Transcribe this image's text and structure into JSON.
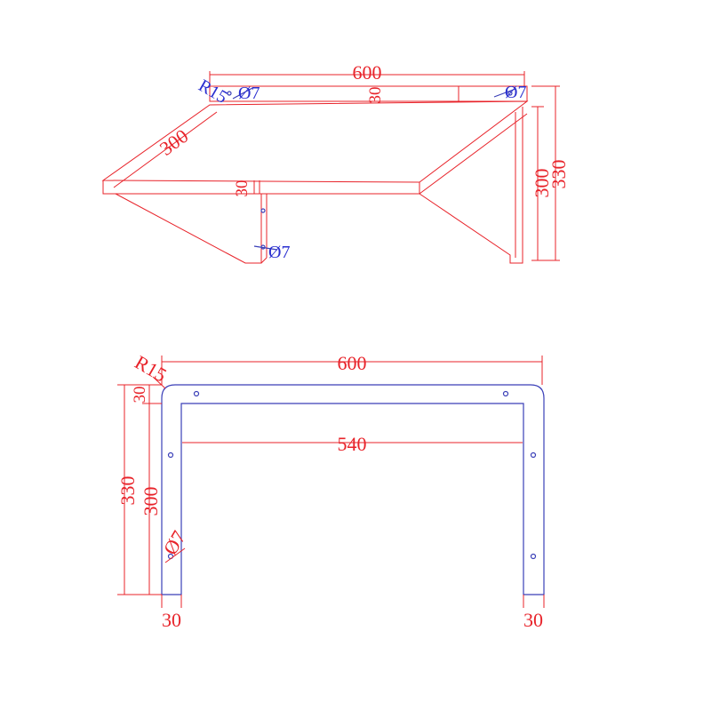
{
  "iso_view": {
    "dim_length": "600",
    "dim_depth": "300",
    "dim_flange": "30",
    "dim_flange_front": "30",
    "dim_height_inner": "300",
    "dim_height_outer": "330",
    "radius_label": "R15",
    "hole_label_left": "Ø7",
    "hole_label_right": "Ø7",
    "hole_label_leg": "Ø7"
  },
  "front_view": {
    "dim_length": "600",
    "dim_inner_span": "540",
    "dim_top_bar": "30",
    "dim_height_outer": "330",
    "dim_height_inner": "300",
    "dim_leg_left": "30",
    "dim_leg_right": "30",
    "radius_label": "R15",
    "hole_label": "Ø7"
  },
  "colors": {
    "dimension": "#e8232a",
    "outline": "#3a3fb8",
    "annotation_blue": "#2a2fd0"
  }
}
